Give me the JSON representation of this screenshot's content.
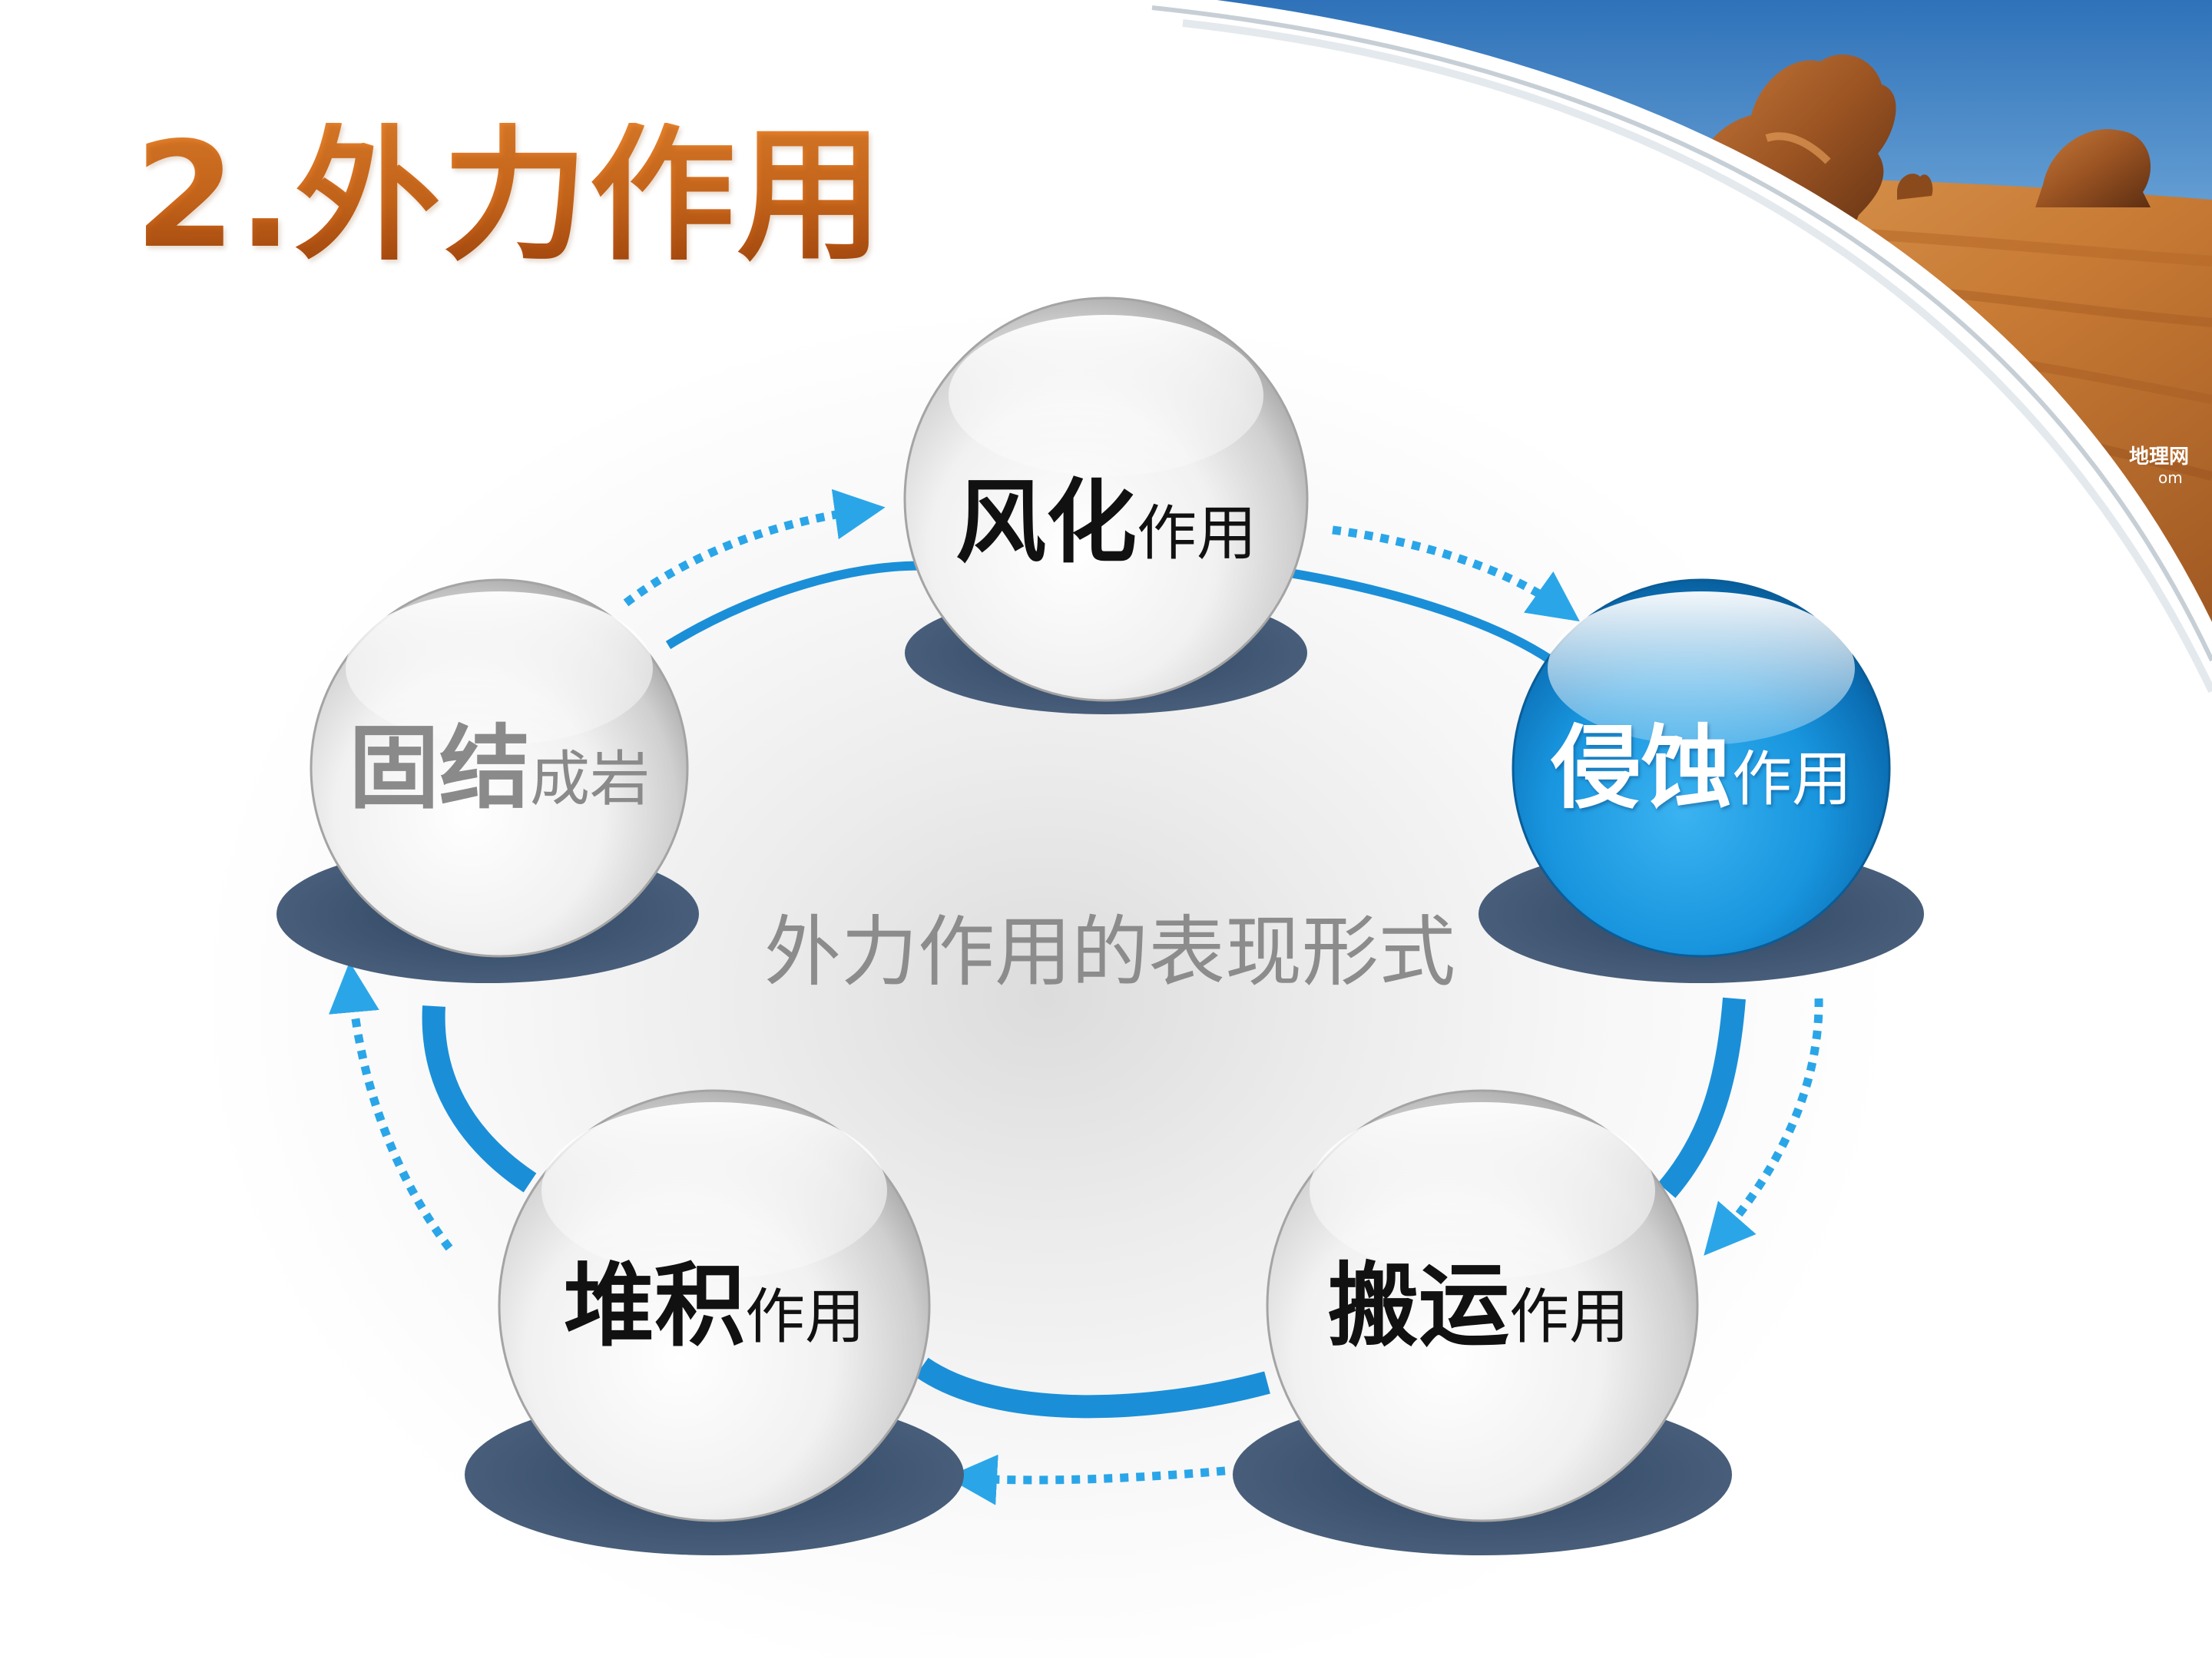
{
  "slide": {
    "title": "2.外力作用",
    "center_label": "外力作用的表现形式",
    "watermark_main": "地理网",
    "watermark_sub": "om"
  },
  "cycle": {
    "nodes": [
      {
        "id": "weathering",
        "main": "风化",
        "sub": "作用",
        "style": "white-ball"
      },
      {
        "id": "erosion",
        "main": "侵蚀",
        "sub": "作用",
        "style": "blue-ball"
      },
      {
        "id": "transport",
        "main": "搬运",
        "sub": "作用",
        "style": "white-ball"
      },
      {
        "id": "deposition",
        "main": "堆积",
        "sub": "作用",
        "style": "white-ball"
      },
      {
        "id": "lithification",
        "main": "固结",
        "sub": "成岩",
        "style": "gray-text-ball"
      }
    ],
    "direction": "clockwise",
    "colors": {
      "ring": "#1a8fd8",
      "dotted_arrow": "#2aa6e8",
      "base_ellipse": "#3e5470",
      "title": "#d06a1d",
      "blue_ball": "#1690dc"
    }
  }
}
